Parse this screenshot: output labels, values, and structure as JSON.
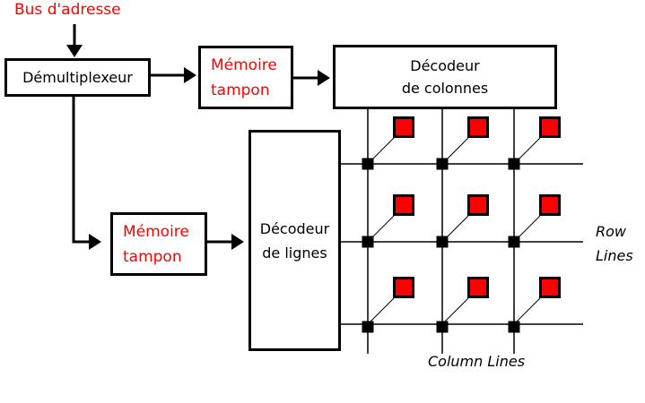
{
  "diagram": {
    "bus_address_label": "Bus d'adresse",
    "demultiplexer_label": "Démultiplexeur",
    "buffer_memory_top": {
      "line1": "Mémoire",
      "line2": "tampon"
    },
    "column_decoder": {
      "line1": "Décodeur",
      "line2": "de colonnes"
    },
    "buffer_memory_bottom": {
      "line1": "Mémoire",
      "line2": "tampon"
    },
    "row_decoder": {
      "line1": "Décodeur",
      "line2": "de lignes"
    },
    "row_lines_label": {
      "line1": "Row",
      "line2": "Lines"
    },
    "column_lines_label": "Column Lines",
    "memory_grid": {
      "rows": 3,
      "columns": 3,
      "cell_count": 9
    },
    "colors": {
      "cell_red": "#ff0000",
      "line_black": "#000000",
      "background_white": "#ffffff"
    }
  }
}
